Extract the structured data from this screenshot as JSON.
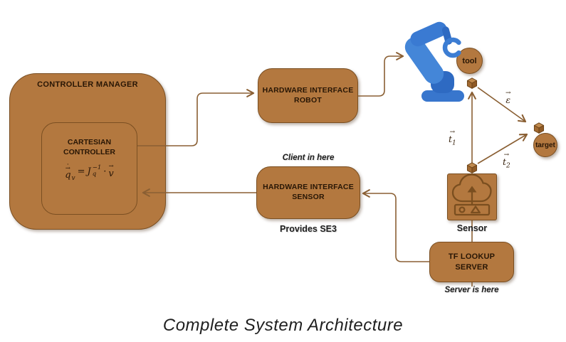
{
  "title": "Complete System Architecture",
  "controller_manager": {
    "label": "CONTROLLER MANAGER"
  },
  "cartesian_controller": {
    "line1": "CARTESIAN",
    "line2": "CONTROLLER",
    "formula": {
      "accent_dot": "·",
      "accent_arrow": "→",
      "q": "q",
      "q_sub": "v",
      "equals": "=",
      "J": "J",
      "J_sup": "−1",
      "J_sub": "q",
      "cdot": "·",
      "v": "v"
    }
  },
  "hardware_interface_robot": {
    "line1": "HARDWARE INTERFACE",
    "line2": "ROBOT"
  },
  "hardware_interface_sensor": {
    "line1": "HARDWARE INTERFACE",
    "line2": "SENSOR"
  },
  "client_note": "Client in here",
  "provides_note": "Provides SE3",
  "tf_lookup_server": {
    "line1": "TF LOOKUP",
    "line2": "SERVER"
  },
  "server_note": "Server is here",
  "sensor_label": "Sensor",
  "tool_label": "tool",
  "target_label": "target",
  "vectors": {
    "epsilon": {
      "arrow": "→",
      "letter": "ε",
      "sub": ""
    },
    "t1": {
      "arrow": "→",
      "letter": "t",
      "sub": "1"
    },
    "t2": {
      "arrow": "→",
      "letter": "t",
      "sub": "2"
    }
  },
  "colors": {
    "box_fill": "#b3783f",
    "box_border": "#7a4f22",
    "connector": "#8a5f33",
    "robot_blue": "#3e7ed2",
    "text_dark": "#281605"
  }
}
